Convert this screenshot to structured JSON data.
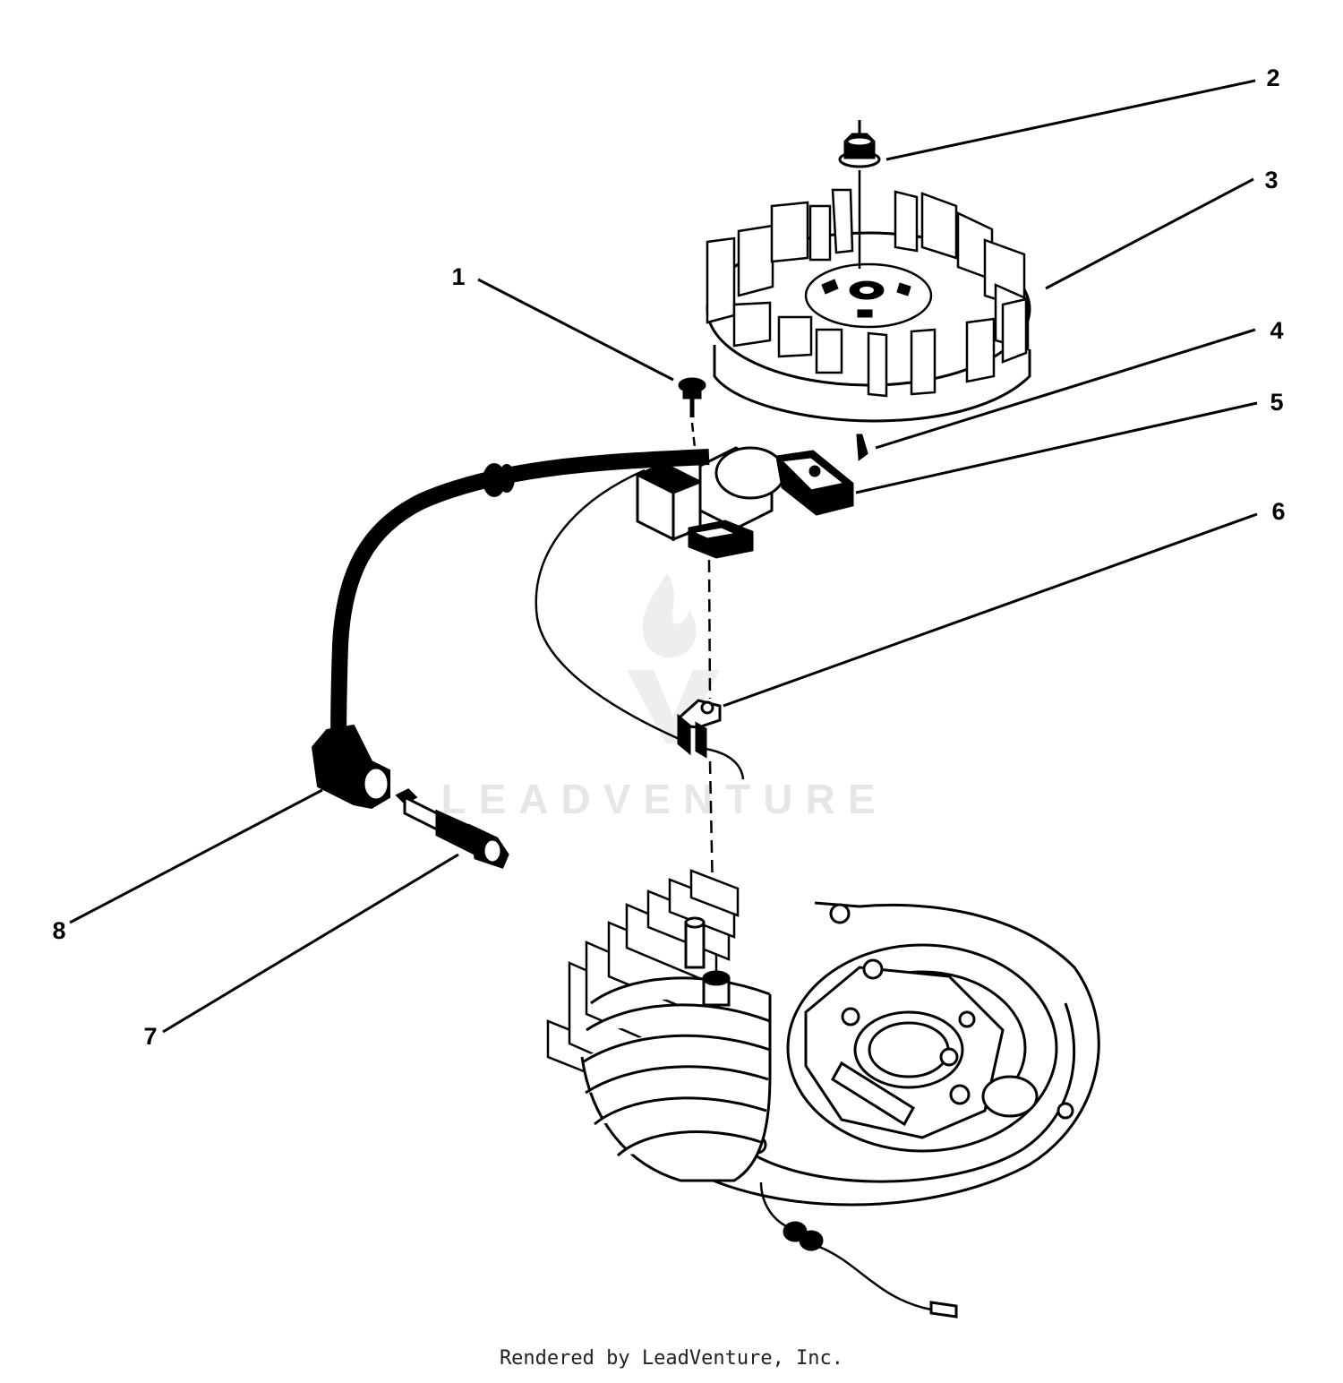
{
  "callouts": [
    {
      "id": "1",
      "label": "1"
    },
    {
      "id": "2",
      "label": "2"
    },
    {
      "id": "3",
      "label": "3"
    },
    {
      "id": "4",
      "label": "4"
    },
    {
      "id": "5",
      "label": "5"
    },
    {
      "id": "6",
      "label": "6"
    },
    {
      "id": "7",
      "label": "7"
    },
    {
      "id": "8",
      "label": "8"
    }
  ],
  "watermark": {
    "text": "LEADVENTURE"
  },
  "footer": {
    "credit": "Rendered by LeadVenture, Inc."
  },
  "colors": {
    "ink": "#000000",
    "watermark": "#e6e6e6",
    "background": "#ffffff"
  }
}
